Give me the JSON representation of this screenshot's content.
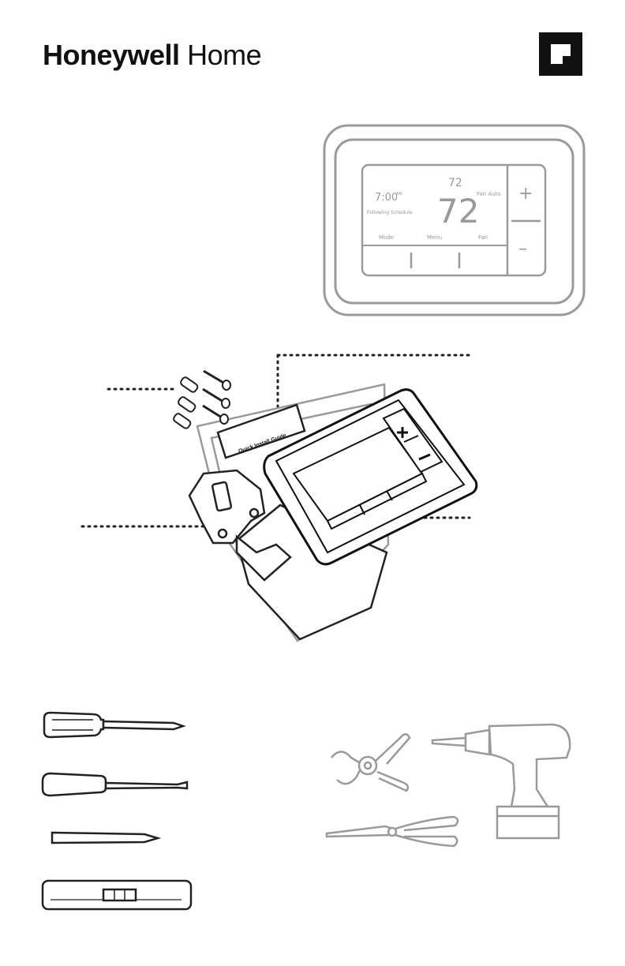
{
  "brand": {
    "bold": "Honeywell",
    "light": "Home"
  },
  "thermostat": {
    "time": "7:00",
    "ampm": "AM",
    "set_temp": "72",
    "room_temp": "72",
    "fan_status": "Fan Auto",
    "schedule_status": "Following Schedule",
    "soft_keys": [
      "Mode",
      "Menu",
      "Fan"
    ],
    "plus": "+",
    "minus": "–"
  },
  "kit": {
    "guide_label": "Quick Install Guide"
  },
  "colors": {
    "ink": "#111111",
    "gray": "#9a9a9a"
  }
}
